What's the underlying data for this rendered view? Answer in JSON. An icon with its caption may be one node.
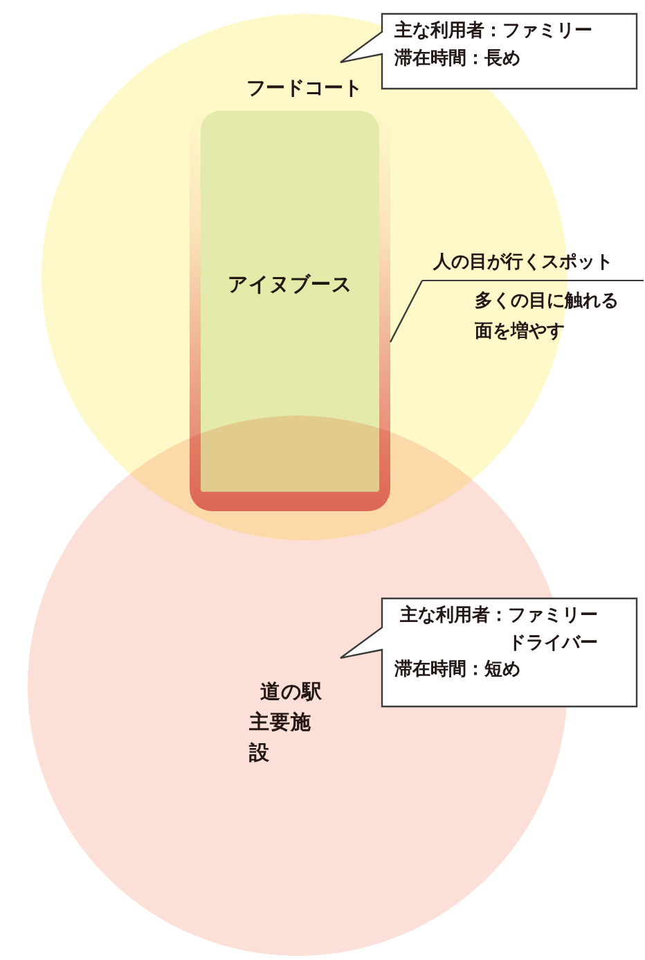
{
  "diagram": {
    "nodes": [
      {
        "text": [
          "フードコート"
        ]
      },
      {
        "text": [
          "道の駅主要施設"
        ]
      },
      {
        "text": [
          "アイヌブース"
        ],
        "in": 0
      },
      {
        "text": [
          "主な利用者：ファミリー",
          "滞在時間：長め"
        ]
      },
      {
        "text": [
          "主な利用者：ファミリードライバー",
          "滞在時間：短め"
        ]
      },
      {
        "text": [
          "人の目が行くスポット",
          "多くの目に触れる面を増やす"
        ]
      }
    ],
    "edges": [
      {
        "from": 5,
        "to": 2,
        "arrow": "none"
      }
    ]
  }
}
